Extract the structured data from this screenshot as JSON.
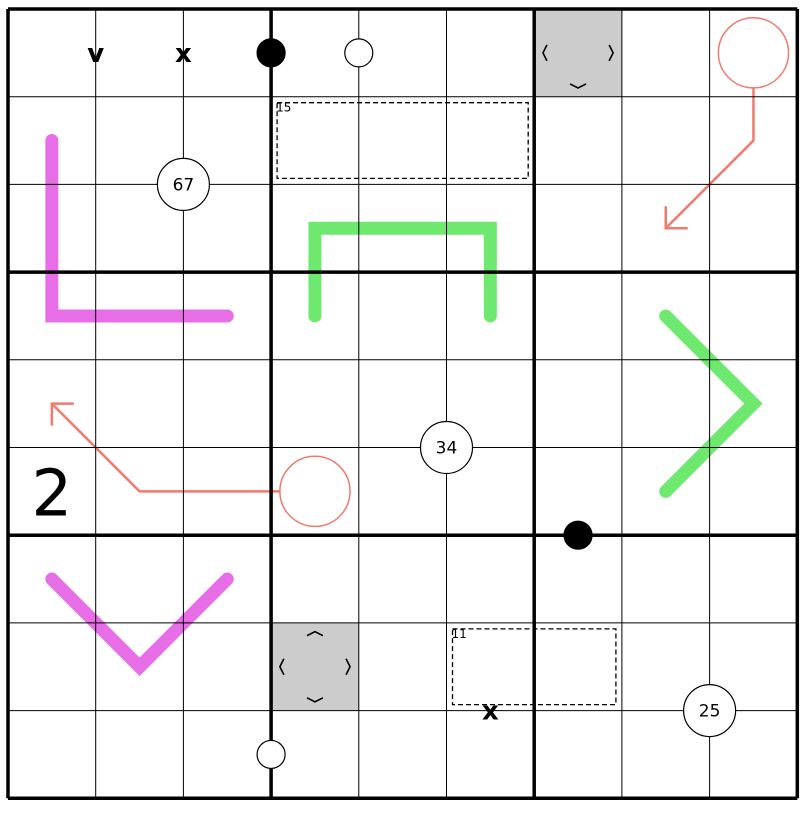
{
  "puzzle": {
    "rows": 9,
    "cols": 9,
    "colors": {
      "background": "#ffffff",
      "grid_thin": "#000000",
      "grid_thick": "#000000",
      "shaded_cell": "#cccccc",
      "thermo_green": "#6fe86f",
      "line_magenta": "#e86ee8",
      "arrow_salmon": "#f07a6e",
      "black_dot": "#000000",
      "white_dot": "#ffffff"
    },
    "given_digits": [
      {
        "row": 6,
        "col": 1,
        "value": "2"
      }
    ],
    "xv_markers": [
      {
        "label": "V",
        "text": "v",
        "between": [
          [
            1,
            1
          ],
          [
            1,
            2
          ]
        ],
        "edge": "vertical"
      },
      {
        "label": "X",
        "text": "x",
        "between": [
          [
            1,
            2
          ],
          [
            1,
            3
          ]
        ],
        "edge": "vertical"
      },
      {
        "label": "X",
        "text": "x",
        "between": [
          [
            8,
            6
          ],
          [
            9,
            6
          ]
        ],
        "edge": "vertical"
      }
    ],
    "kropki_dots": [
      {
        "color": "black",
        "between": [
          [
            1,
            3
          ],
          [
            1,
            4
          ]
        ]
      },
      {
        "color": "white",
        "between": [
          [
            1,
            4
          ],
          [
            1,
            5
          ]
        ]
      },
      {
        "color": "black",
        "between": [
          [
            6,
            7
          ],
          [
            7,
            7
          ]
        ]
      },
      {
        "color": "white",
        "between": [
          [
            9,
            3
          ],
          [
            9,
            4
          ]
        ]
      }
    ],
    "quad_circles": [
      {
        "label": "67",
        "corner": [
          2,
          2
        ]
      },
      {
        "label": "34",
        "corner": [
          5,
          5
        ]
      },
      {
        "label": "25",
        "corner": [
          8,
          8
        ]
      }
    ],
    "killer_cages": [
      {
        "sum": "15",
        "cells": [
          [
            2,
            4
          ],
          [
            2,
            5
          ],
          [
            2,
            6
          ]
        ]
      },
      {
        "sum": "11",
        "cells": [
          [
            8,
            6
          ],
          [
            8,
            7
          ]
        ]
      }
    ],
    "shaded_cells": [
      {
        "cell": [
          1,
          7
        ],
        "chevrons": [
          "left",
          "right",
          "down"
        ]
      },
      {
        "cell": [
          8,
          4
        ],
        "chevrons": [
          "up",
          "left",
          "right",
          "down"
        ]
      }
    ],
    "thermo_lines": [
      {
        "color": "green",
        "cells": [
          [
            4,
            4
          ],
          [
            3,
            4
          ],
          [
            3,
            5
          ],
          [
            3,
            6
          ],
          [
            4,
            6
          ]
        ]
      },
      {
        "color": "green",
        "cells": [
          [
            4,
            8
          ],
          [
            5,
            9
          ],
          [
            6,
            8
          ]
        ]
      }
    ],
    "renban_lines": [
      {
        "color": "magenta",
        "cells": [
          [
            2,
            1
          ],
          [
            3,
            1
          ],
          [
            4,
            1
          ],
          [
            4,
            2
          ],
          [
            4,
            3
          ]
        ]
      },
      {
        "color": "magenta",
        "cells": [
          [
            7,
            1
          ],
          [
            8,
            2
          ],
          [
            7,
            3
          ]
        ]
      }
    ],
    "arrows": [
      {
        "bulb": [
          1,
          9
        ],
        "path": [
          [
            1,
            9
          ],
          [
            2,
            9
          ],
          [
            3,
            8
          ]
        ]
      },
      {
        "bulb": [
          6,
          4
        ],
        "path": [
          [
            6,
            4
          ],
          [
            6,
            2
          ],
          [
            5,
            1
          ]
        ]
      }
    ]
  }
}
